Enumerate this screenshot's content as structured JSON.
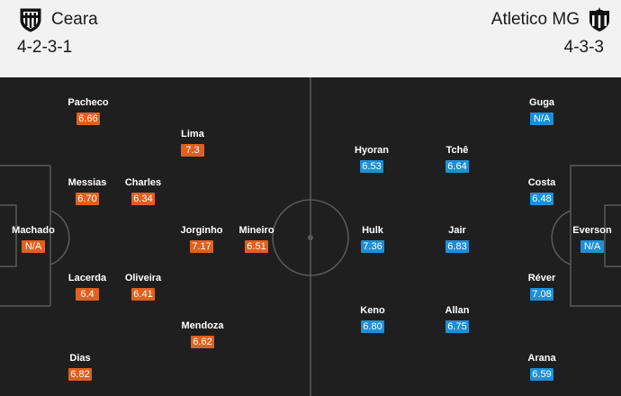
{
  "home": {
    "name": "Ceara",
    "formation": "4-2-3-1",
    "crest_icon": "ceara-crest-icon",
    "rating_color": "#e0601e",
    "players": [
      {
        "name": "Pacheco",
        "rating": "6.66"
      },
      {
        "name": "Lima",
        "rating": "7.3"
      },
      {
        "name": "Messias",
        "rating": "6.70"
      },
      {
        "name": "Charles",
        "rating": "6.34"
      },
      {
        "name": "Machado",
        "rating": "N/A"
      },
      {
        "name": "Jorginho",
        "rating": "7.17"
      },
      {
        "name": "Mineiro",
        "rating": "6.51"
      },
      {
        "name": "Lacerda",
        "rating": "6.4"
      },
      {
        "name": "Oliveira",
        "rating": "6.41"
      },
      {
        "name": "Mendoza",
        "rating": "6.62"
      },
      {
        "name": "Dias",
        "rating": "6.82"
      }
    ]
  },
  "away": {
    "name": "Atletico MG",
    "formation": "4-3-3",
    "crest_icon": "atletico-mg-crest-icon",
    "rating_color": "#1e8fd6",
    "players": [
      {
        "name": "Guga",
        "rating": "N/A"
      },
      {
        "name": "Hyoran",
        "rating": "6.53"
      },
      {
        "name": "Tchê",
        "rating": "6.64"
      },
      {
        "name": "Costa",
        "rating": "6.48"
      },
      {
        "name": "Hulk",
        "rating": "7.36"
      },
      {
        "name": "Jair",
        "rating": "6.83"
      },
      {
        "name": "Everson",
        "rating": "N/A"
      },
      {
        "name": "Réver",
        "rating": "7.08"
      },
      {
        "name": "Keno",
        "rating": "6.80"
      },
      {
        "name": "Allan",
        "rating": "6.75"
      },
      {
        "name": "Arana",
        "rating": "6.59"
      }
    ]
  },
  "pitch_color": "#1f1f1f"
}
